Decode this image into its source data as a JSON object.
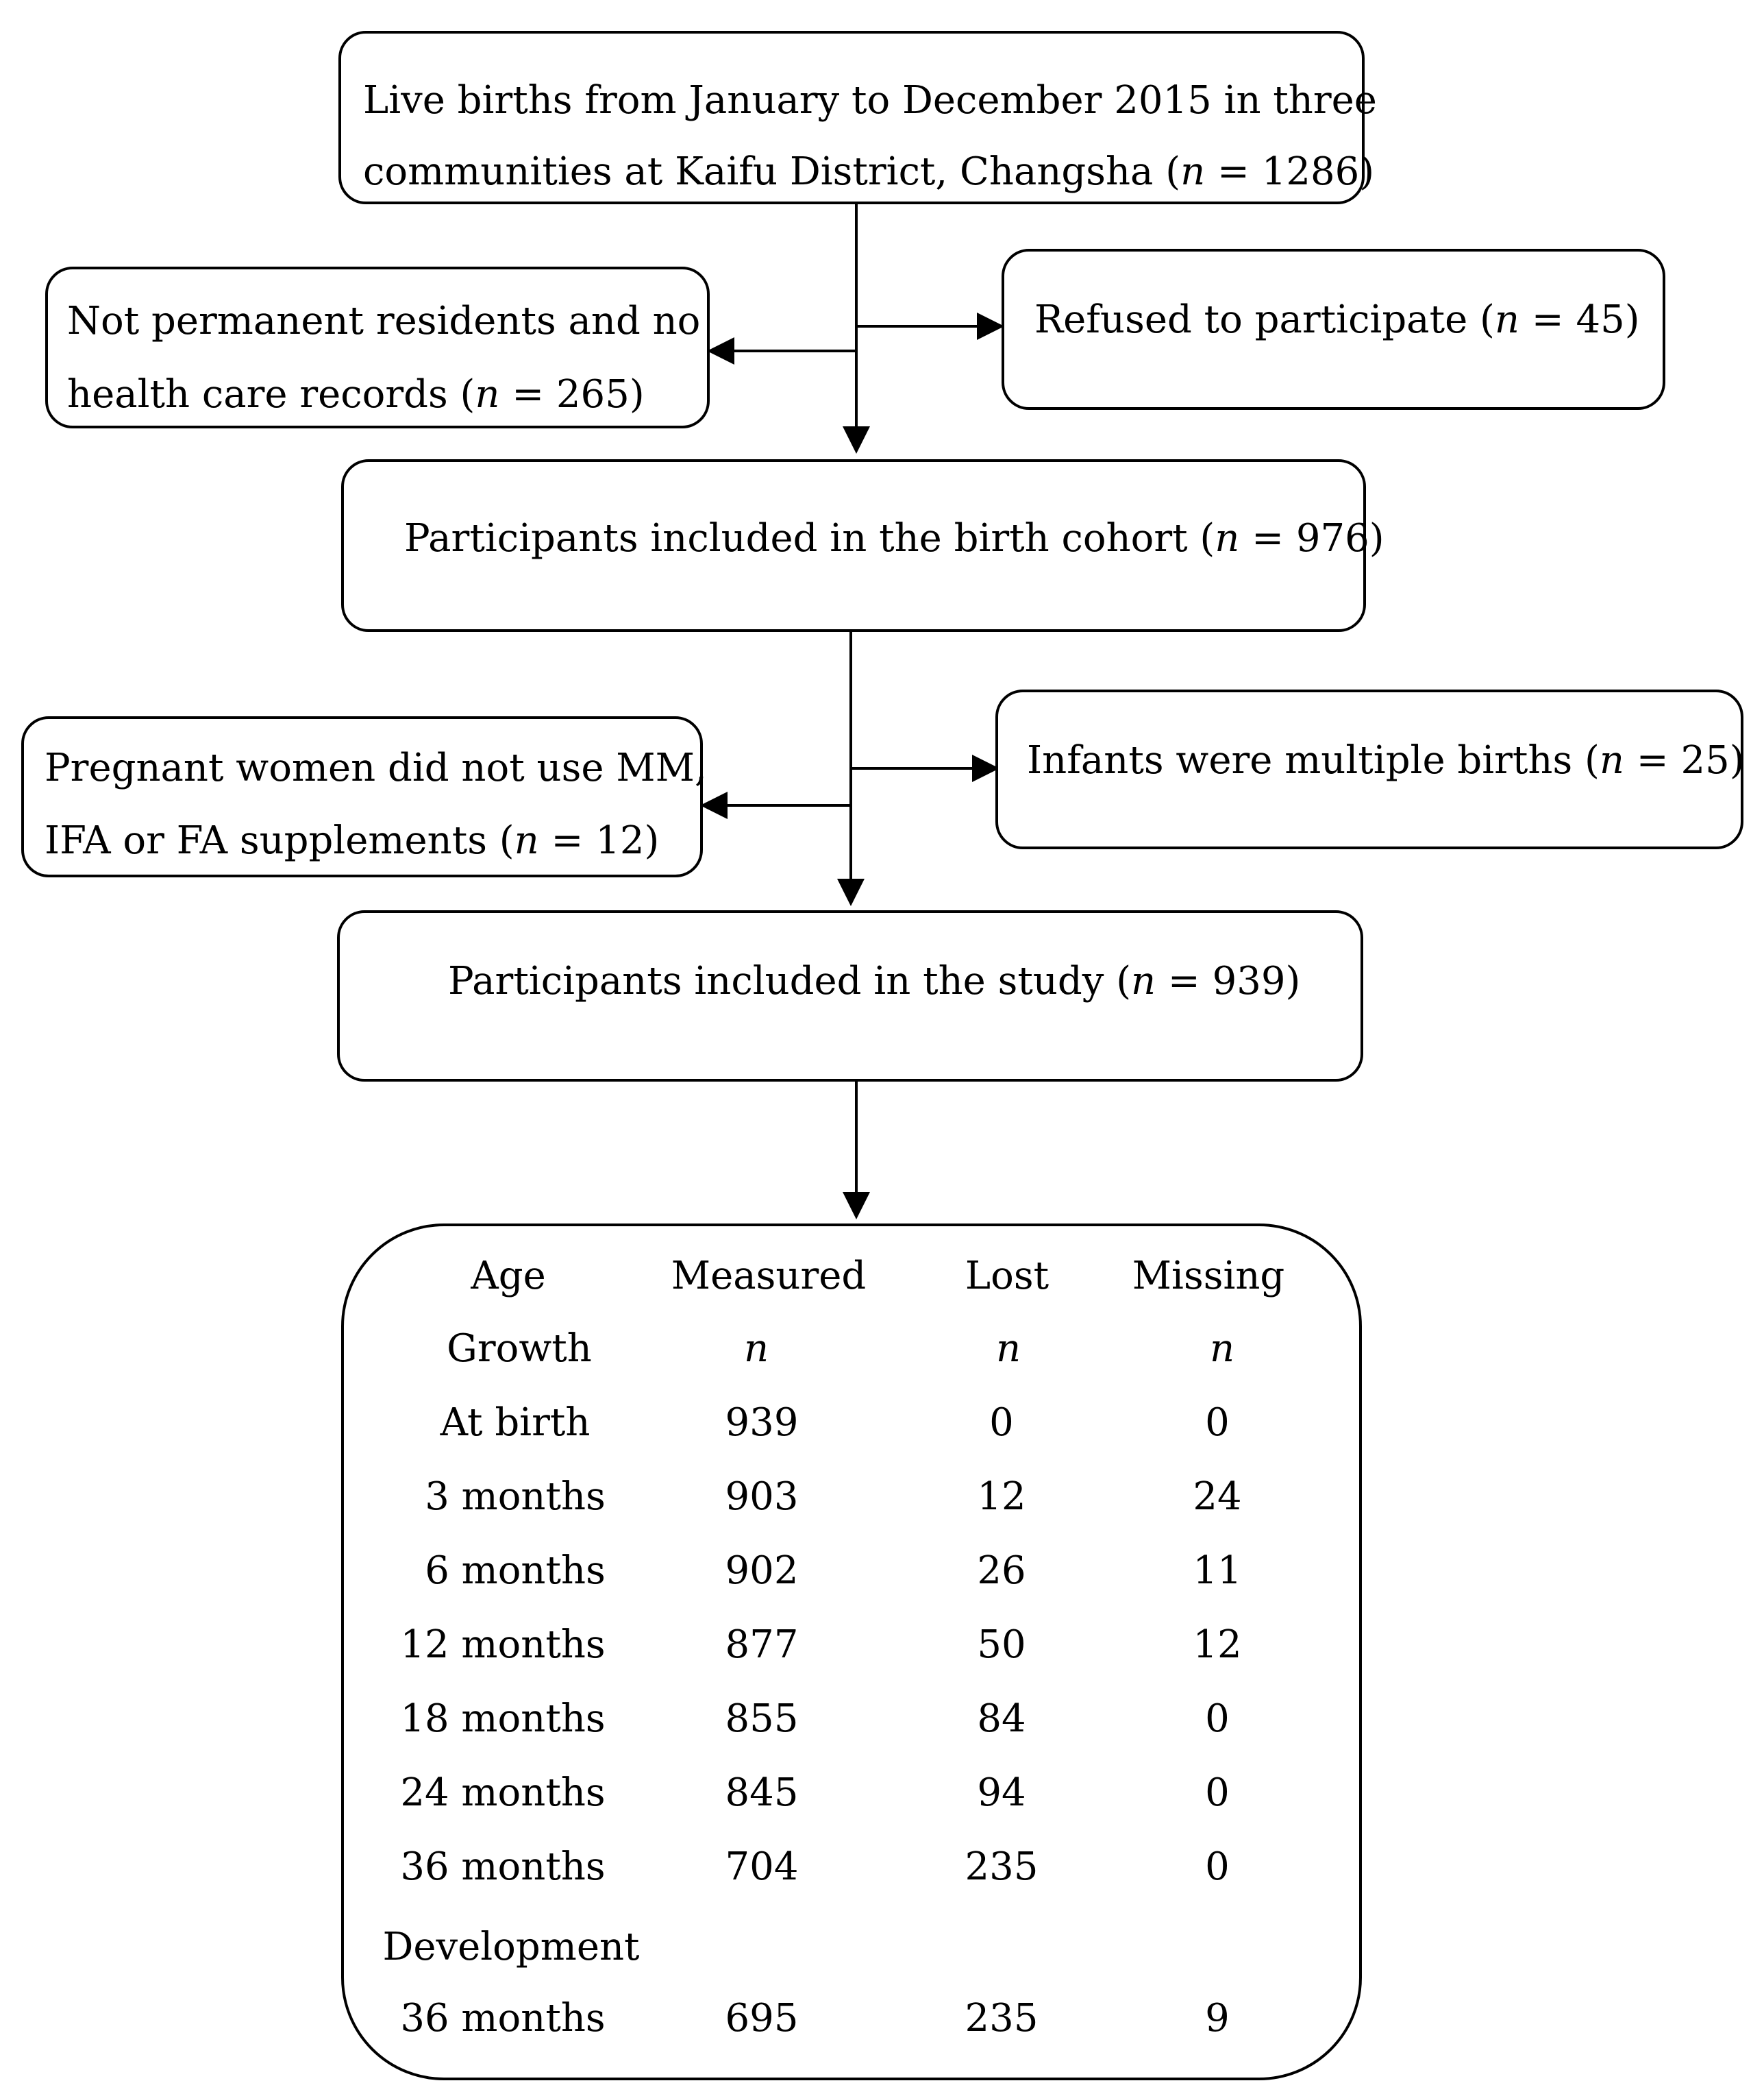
{
  "boxes": {
    "live_births": {
      "line1": "Live births from January to December 2015 in three",
      "line2_pre": "communities at Kaifu District, Changsha (",
      "n_symbol": "n",
      "line2_post": " = 1286)"
    },
    "not_permanent": {
      "line1": "Not permanent residents and no",
      "line2_pre": "health care records (",
      "n_symbol": "n",
      "line2_post": " = 265)"
    },
    "refused": {
      "line1_pre": "Refused to participate (",
      "n_symbol": "n",
      "line1_post": " = 45)"
    },
    "birth_cohort": {
      "line1_pre": "Participants included in the birth cohort (",
      "n_symbol": "n",
      "line1_post": " = 976)"
    },
    "no_supplements": {
      "line1": "Pregnant women did not use MM,",
      "line2_pre": "IFA or FA supplements (",
      "n_symbol": "n",
      "line2_post": " = 12)"
    },
    "multiple_births": {
      "line1_pre": "Infants were multiple births (",
      "n_symbol": "n",
      "line1_post": " = 25)"
    },
    "study": {
      "line1_pre": "Participants included in the study (",
      "n_symbol": "n",
      "line1_post": " = 939)"
    }
  },
  "table": {
    "headers": [
      "Age",
      "Measured",
      "Lost",
      "Missing"
    ],
    "subheader_label": "Growth",
    "n_symbol": "n",
    "growth_rows": [
      {
        "age": "At birth",
        "measured": "939",
        "lost": "0",
        "missing": "0"
      },
      {
        "age": "3 months",
        "measured": "903",
        "lost": "12",
        "missing": "24"
      },
      {
        "age": "6 months",
        "measured": "902",
        "lost": "26",
        "missing": "11"
      },
      {
        "age": "12 months",
        "measured": "877",
        "lost": "50",
        "missing": "12"
      },
      {
        "age": "18 months",
        "measured": "855",
        "lost": "84",
        "missing": "0"
      },
      {
        "age": "24 months",
        "measured": "845",
        "lost": "94",
        "missing": "0"
      },
      {
        "age": "36 months",
        "measured": "704",
        "lost": "235",
        "missing": "0"
      }
    ],
    "development_label": "Development",
    "development_rows": [
      {
        "age": "36 months",
        "measured": "695",
        "lost": "235",
        "missing": "9"
      }
    ]
  }
}
